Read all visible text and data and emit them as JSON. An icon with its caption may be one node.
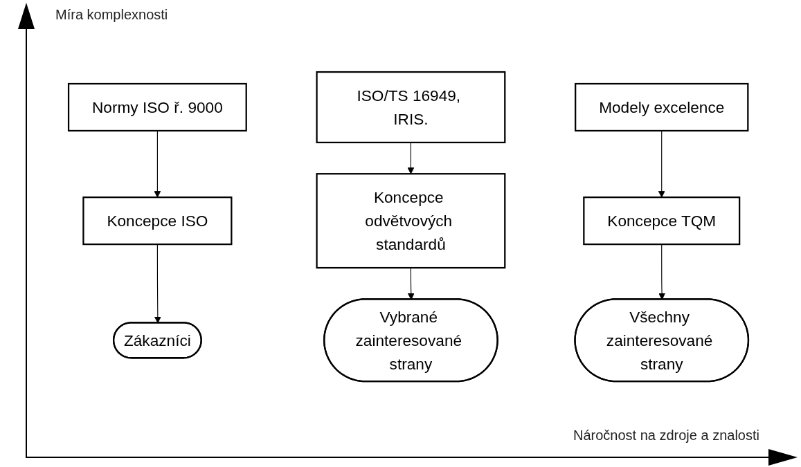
{
  "diagram": {
    "nodes": [
      {
        "text": [
          "Normy ISO ř. 9000"
        ]
      },
      {
        "text": [
          "Koncepce ISO"
        ]
      },
      {
        "text": [
          "Zákazníci"
        ]
      },
      {
        "text": [
          "ISO/TS 16949, IRIS."
        ]
      },
      {
        "text": [
          "Koncepce odvětvových standardů"
        ]
      },
      {
        "text": [
          "Vybrané zainteresované strany"
        ]
      },
      {
        "text": [
          "Modely excelence"
        ]
      },
      {
        "text": [
          "Koncepce TQM"
        ]
      },
      {
        "text": [
          "Všechny zainteresované strany"
        ]
      }
    ],
    "edges": [
      {
        "from": 0,
        "to": 1,
        "arrow": "to"
      },
      {
        "from": 1,
        "to": 2,
        "arrow": "to"
      },
      {
        "from": 3,
        "to": 4,
        "arrow": "to"
      },
      {
        "from": 4,
        "to": 5,
        "arrow": "to"
      },
      {
        "from": 6,
        "to": 7,
        "arrow": "to"
      },
      {
        "from": 7,
        "to": 8,
        "arrow": "to"
      }
    ],
    "labels": [
      "Míra komplexnosti",
      "Náročnost na zdroje a znalosti"
    ]
  }
}
